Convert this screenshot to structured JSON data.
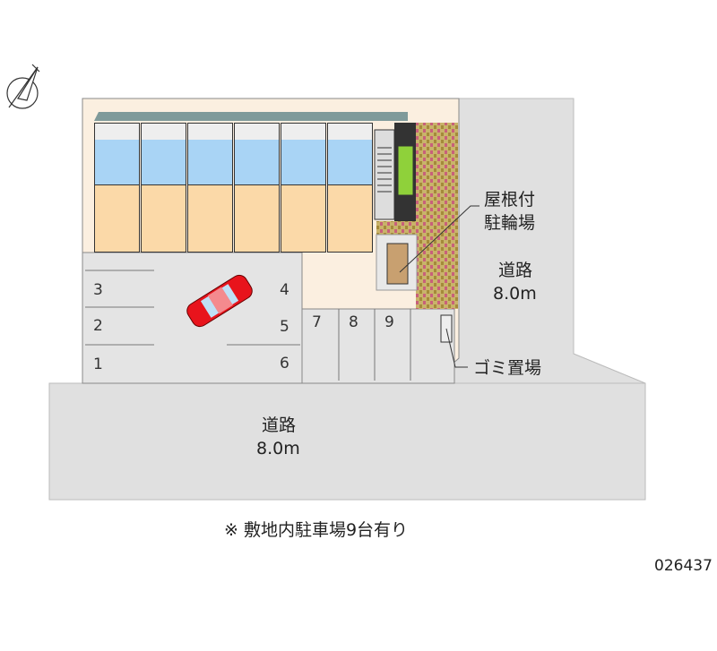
{
  "compass": {
    "icon": "north-arrow-icon"
  },
  "labels": {
    "bike_parking": [
      "屋根付",
      "駐輪場"
    ],
    "road_right": [
      "道路",
      "8.0m"
    ],
    "garbage": "ゴミ置場",
    "road_bottom": [
      "道路",
      "8.0m"
    ]
  },
  "parking_spaces": [
    "1",
    "2",
    "3",
    "4",
    "5",
    "6",
    "7",
    "8",
    "9"
  ],
  "note": "※ 敷地内駐車場9台有り",
  "code": "026437",
  "colors": {
    "road": "#e0e0e0",
    "site": "#fbefe0",
    "room": "#fbd9a8",
    "bath": "#a9d4f5",
    "car": "#e8141c",
    "green": "#8fd13a"
  }
}
